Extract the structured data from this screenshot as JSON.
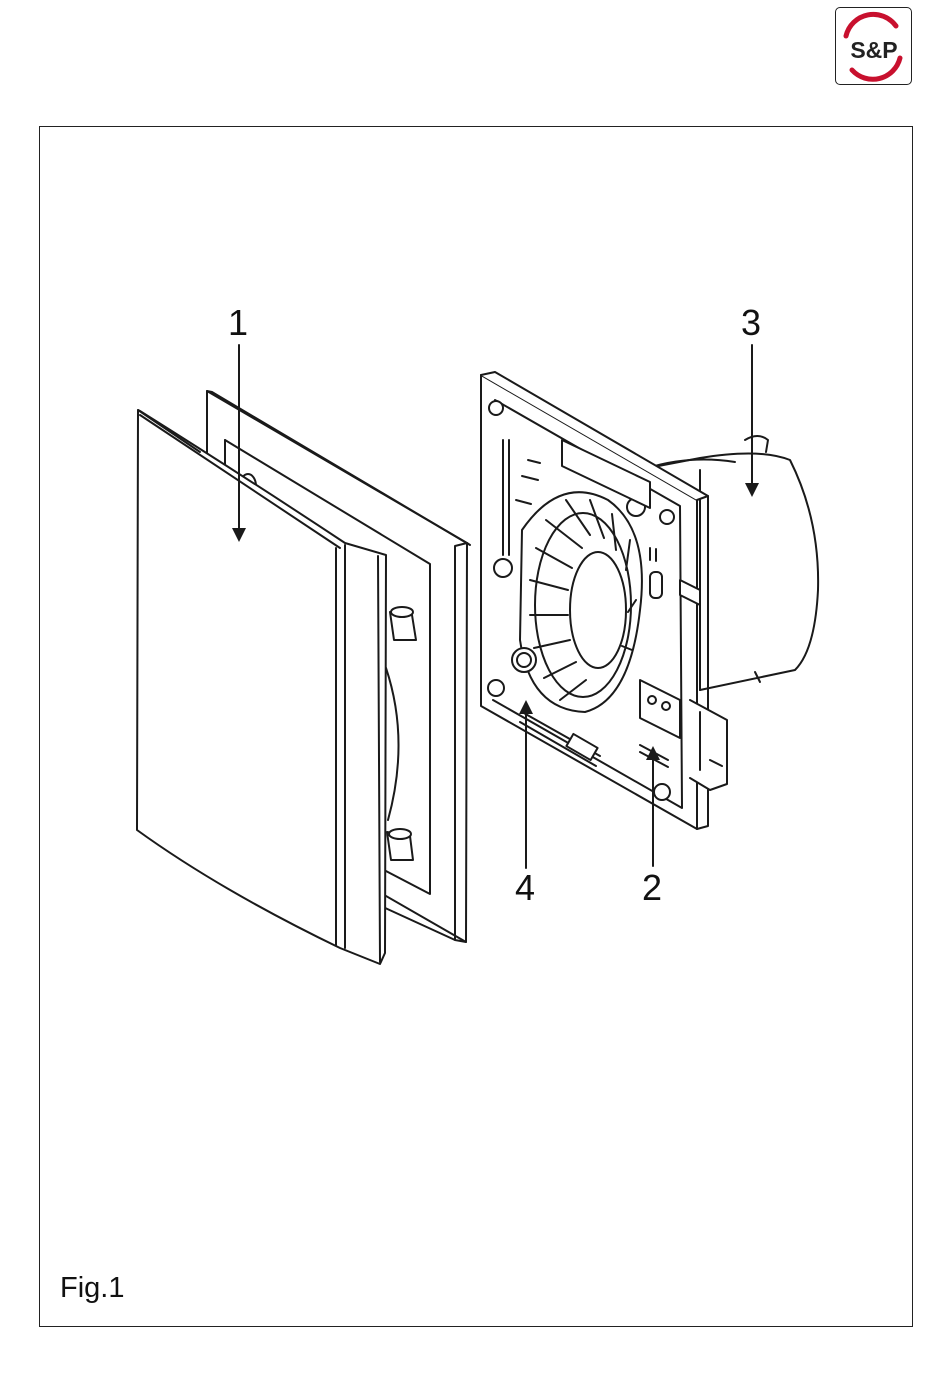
{
  "logo": {
    "text": "S&P",
    "ring_color": "#c8102e"
  },
  "callouts": [
    {
      "id": "1",
      "label": "1"
    },
    {
      "id": "3",
      "label": "3"
    },
    {
      "id": "4",
      "label": "4"
    },
    {
      "id": "2",
      "label": "2"
    }
  ],
  "figure_label": "Fig.1"
}
